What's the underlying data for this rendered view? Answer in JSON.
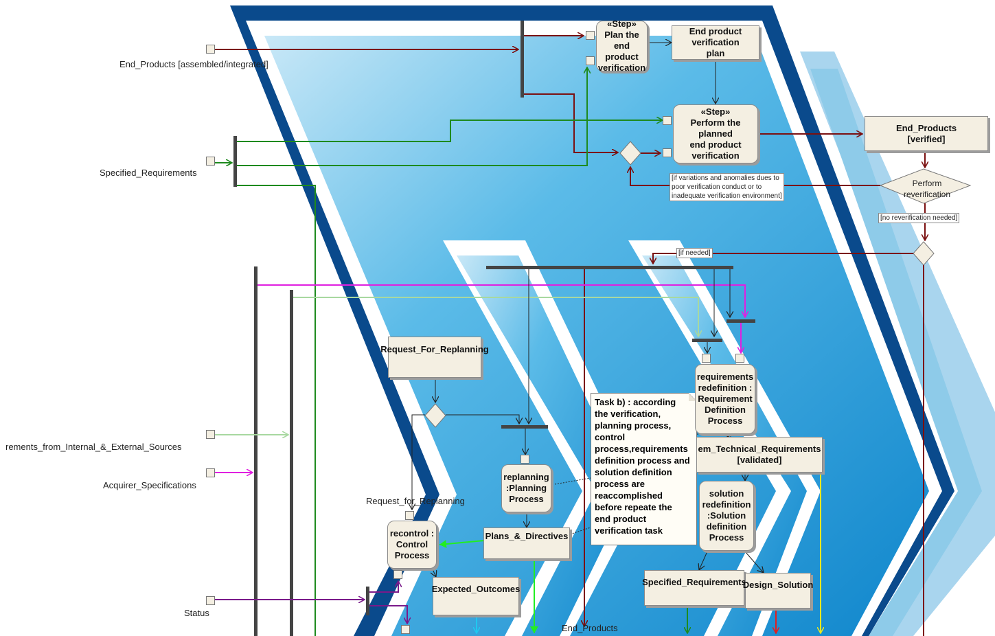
{
  "diagram": {
    "colors": {
      "dark_red": "#7b1010",
      "green": "#1e8a1e",
      "magenta": "#e020e0",
      "light_green": "#a8d8a0",
      "purple": "#7a1a8a",
      "bright_green": "#22ee22",
      "yellow": "#e8e820",
      "red": "#e02020",
      "cyan": "#20c8f0",
      "navy": "#0a4a8c",
      "blue": "#1a9ad8"
    },
    "pin_labels": {
      "end_products": "End_Products [assembled/integrated]",
      "specified_requirements": "Specified_Requirements",
      "requirements_sources": "rements_from_Internal_&_External_Sources",
      "acquirer_specifications": "Acquirer_Specifications",
      "status": "Status",
      "request_for_replanning_pin": "Request_for_Replanning",
      "end_products_bottom": "End_Products"
    },
    "actions": {
      "plan_step": "«Step»\nPlan the\nend product\nverification",
      "perform_step_stereotype": "«Step»",
      "perform_step": "Perform the planned\nend product\nverification",
      "replanning": "replanning\n:Planning\nProcess",
      "recontrol": "recontrol :\nControl\nProcess",
      "requirements_redefinition": "requirements\nredefinition :\nRequirement\nDefinition\nProcess",
      "solution_redefinition": "solution\nredefinition\n:Solution\ndefinition\nProcess"
    },
    "objects": {
      "verification_plan": "End product verification\nplan",
      "end_products_verified": "End_Products\n[verified]",
      "request_for_replanning": "Request_For_Replanning",
      "plans_directives": "Plans_&_Directives",
      "expected_outcomes": "Expected_Outcomes",
      "technical_requirements": "em_Technical_Requirements\n[validated]",
      "specified_requirements": "Specified_Requirements",
      "design_solution": "Design_Solution"
    },
    "decisions": {
      "perform_reverification": "Perform\nreverification"
    },
    "guards": {
      "variations": "[if variations and anomalies dues to\npoor verification conduct or to\ninadequate verification environment]",
      "no_reverification": "[no reverification needed]",
      "if_needed": "[if needed]"
    },
    "note": "Task b) : according\nthe verification,\nplanning process,\ncontrol\nprocess,requirements\ndefinition process and\nsolution definition\nprocess are\nreaccomplished\nbefore repeate the\nend product\nverification task"
  }
}
